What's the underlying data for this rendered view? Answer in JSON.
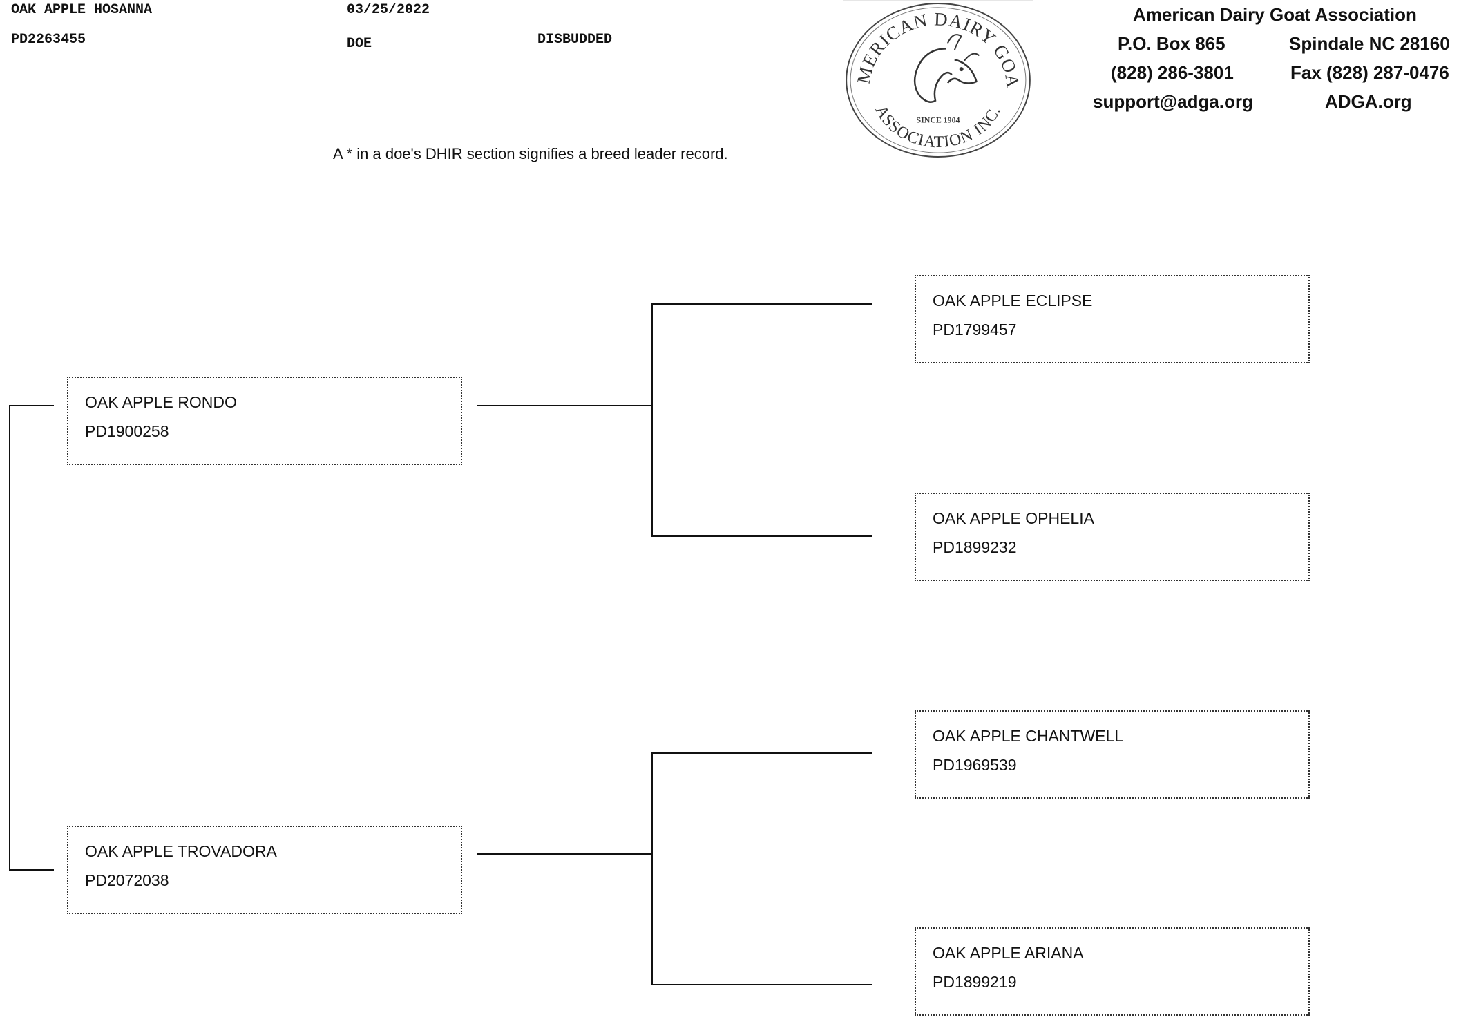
{
  "animal": {
    "name": "OAK APPLE HOSANNA",
    "registration": "PD2263455",
    "birth_date": "03/25/2022",
    "sex": "DOE",
    "horn_status": "DISBUDDED"
  },
  "note": "A * in a doe's DHIR section signifies a breed leader record.",
  "association": {
    "name": "American Dairy Goat Association",
    "po_box": "P.O. Box 865",
    "city": "Spindale NC 28160",
    "phone": "(828) 286-3801",
    "fax": "Fax (828) 287-0476",
    "email": "support@adga.org",
    "website": "ADGA.org"
  },
  "logo": {
    "top_text": "AMERICAN DAIRY GOAT",
    "bottom_text": "ASSOCIATION INC.",
    "since": "SINCE 1904",
    "icon": "goat-heads-emblem"
  },
  "pedigree": {
    "sire": {
      "name": "OAK APPLE RONDO",
      "registration": "PD1900258"
    },
    "dam": {
      "name": "OAK APPLE TROVADORA",
      "registration": "PD2072038"
    },
    "sire_sire": {
      "name": "OAK APPLE ECLIPSE",
      "registration": "PD1799457"
    },
    "sire_dam": {
      "name": "OAK APPLE OPHELIA",
      "registration": "PD1899232"
    },
    "dam_sire": {
      "name": "OAK APPLE CHANTWELL",
      "registration": "PD1969539"
    },
    "dam_dam": {
      "name": "OAK APPLE ARIANA",
      "registration": "PD1899219"
    }
  }
}
